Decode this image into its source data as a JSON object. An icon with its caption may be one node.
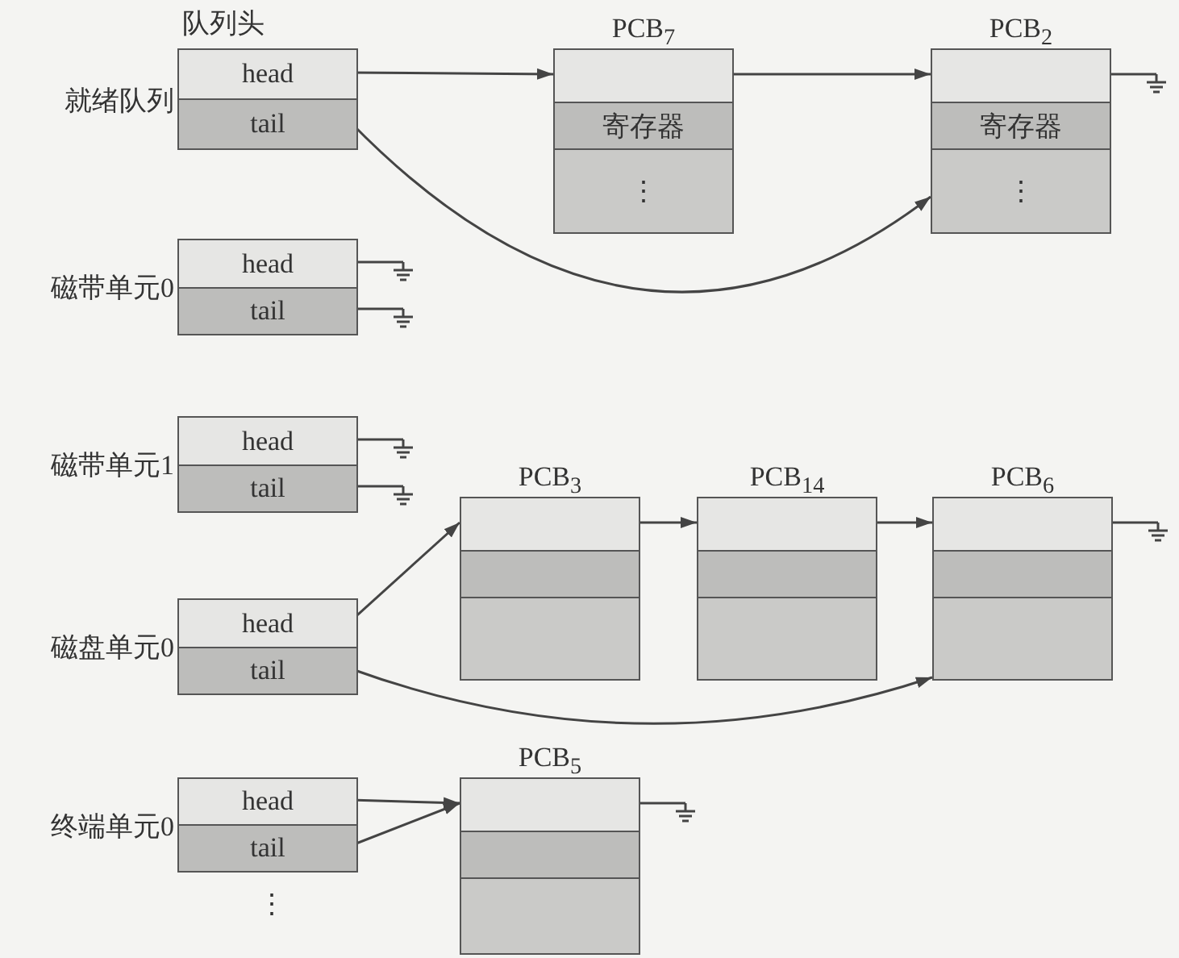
{
  "diagram": {
    "nodes": [
      {
        "text": [],
        "shape": "box",
        "beside": [
          "就绪队列"
        ]
      },
      {
        "text": [
          "head"
        ],
        "in": 0
      },
      {
        "text": [
          "tail"
        ],
        "in": 0
      },
      {
        "text": [],
        "shape": "box",
        "beside": [
          "PCB$_{7}$"
        ]
      },
      {
        "text": [],
        "shape": "box",
        "in": 3
      },
      {
        "text": [
          "寄存器"
        ],
        "in": 3
      },
      {
        "text": [
          "⋮"
        ],
        "in": 3
      },
      {
        "text": [],
        "shape": "box",
        "beside": [
          "PCB$_{2}$"
        ]
      },
      {
        "text": [],
        "shape": "box",
        "in": 7
      },
      {
        "text": [
          "寄存器"
        ],
        "in": 7
      },
      {
        "text": [
          "⋮"
        ],
        "in": 7
      },
      {
        "text": [],
        "shape": "box",
        "beside": [
          "磁带单元0"
        ]
      },
      {
        "text": [
          "head"
        ],
        "in": 11
      },
      {
        "text": [
          "tail"
        ],
        "in": 11
      },
      {
        "text": [],
        "shape": "box",
        "beside": [
          "磁带单元1"
        ]
      },
      {
        "text": [
          "head"
        ],
        "in": 14
      },
      {
        "text": [
          "tail"
        ],
        "in": 14
      },
      {
        "text": [],
        "shape": "box",
        "beside": [
          "PCB$_{3}$"
        ]
      },
      {
        "text": [],
        "shape": "box",
        "in": 17
      },
      {
        "text": [],
        "shape": "box",
        "in": 17
      },
      {
        "text": [],
        "shape": "box",
        "in": 17
      },
      {
        "text": [],
        "shape": "box",
        "beside": [
          "PCB$_{14}$"
        ]
      },
      {
        "text": [],
        "shape": "box",
        "in": 21
      },
      {
        "text": [],
        "shape": "box",
        "in": 21
      },
      {
        "text": [],
        "shape": "box",
        "in": 21
      },
      {
        "text": [],
        "shape": "box",
        "beside": [
          "PCB$_{6}$"
        ]
      },
      {
        "text": [],
        "shape": "box",
        "in": 25
      },
      {
        "text": [],
        "shape": "box",
        "in": 25
      },
      {
        "text": [],
        "shape": "box",
        "in": 25
      },
      {
        "text": [],
        "shape": "box",
        "beside": [
          "磁盘单元0"
        ]
      },
      {
        "text": [
          "head"
        ],
        "in": 29
      },
      {
        "text": [
          "tail"
        ],
        "in": 29
      },
      {
        "text": [],
        "shape": "box",
        "beside": [
          "PCB$_{5}$"
        ]
      },
      {
        "text": [],
        "shape": "box",
        "in": 32
      },
      {
        "text": [],
        "shape": "box",
        "in": 32
      },
      {
        "text": [],
        "shape": "box",
        "in": 32
      },
      {
        "text": [],
        "shape": "box",
        "beside": [
          "终端单元0"
        ]
      },
      {
        "text": [
          "head"
        ],
        "in": 36
      },
      {
        "text": [
          "tail"
        ],
        "in": 36
      }
    ],
    "edges": [
      {
        "from": 1,
        "to": 4,
        "arrow": "to"
      },
      {
        "from": 4,
        "to": 8,
        "arrow": "to"
      },
      {
        "from": 2,
        "to": 7,
        "arrow": "to"
      },
      {
        "from": 8,
        "to": null,
        "arrow": "other"
      },
      {
        "from": 12,
        "to": null,
        "arrow": "other"
      },
      {
        "from": 13,
        "to": null,
        "arrow": "other"
      },
      {
        "from": 15,
        "to": null,
        "arrow": "other"
      },
      {
        "from": 16,
        "to": null,
        "arrow": "other"
      },
      {
        "from": 30,
        "to": 18,
        "arrow": "to"
      },
      {
        "from": 18,
        "to": 22,
        "arrow": "to"
      },
      {
        "from": 22,
        "to": 26,
        "arrow": "to"
      },
      {
        "from": 26,
        "to": null,
        "arrow": "other"
      },
      {
        "from": 31,
        "to": 25,
        "arrow": "to"
      },
      {
        "from": 37,
        "to": 33,
        "arrow": "to"
      },
      {
        "from": 38,
        "to": 33,
        "arrow": "to"
      },
      {
        "from": 33,
        "to": null,
        "arrow": "other"
      }
    ],
    "labels": [
      "队列头",
      "⋮"
    ]
  }
}
